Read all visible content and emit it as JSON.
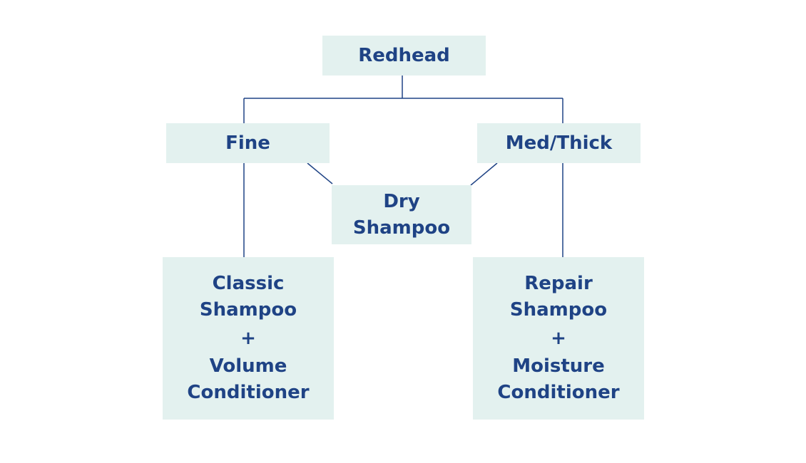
{
  "diagram": {
    "root": "Redhead",
    "fine": "Fine",
    "thick": "Med/Thick",
    "dry": {
      "line1": "Dry",
      "line2": "Shampoo"
    },
    "left_result": {
      "line1": "Classic",
      "line2": "Shampoo",
      "plus": "+",
      "line3": "Volume",
      "line4": "Conditioner"
    },
    "right_result": {
      "line1": "Repair",
      "line2": "Shampoo",
      "plus": "+",
      "line3": "Moisture",
      "line4": "Conditioner"
    },
    "colors": {
      "box_fill": "#e3f1ef",
      "text": "#1f4385",
      "connector": "#1f4385"
    }
  }
}
